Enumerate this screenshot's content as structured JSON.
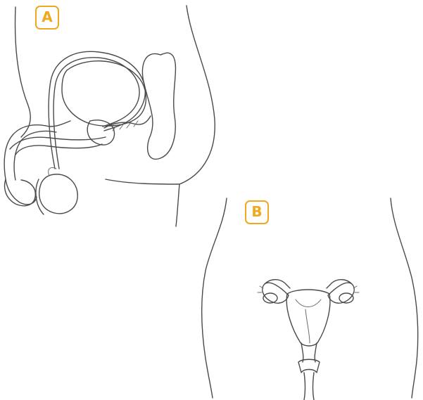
{
  "panels": [
    {
      "id": "A",
      "label": "A",
      "accent_color": "#f0a81e"
    },
    {
      "id": "B",
      "label": "B",
      "accent_color": "#f0a81e"
    }
  ],
  "line_color": "#4a4a4a",
  "background_color": "#ffffff"
}
